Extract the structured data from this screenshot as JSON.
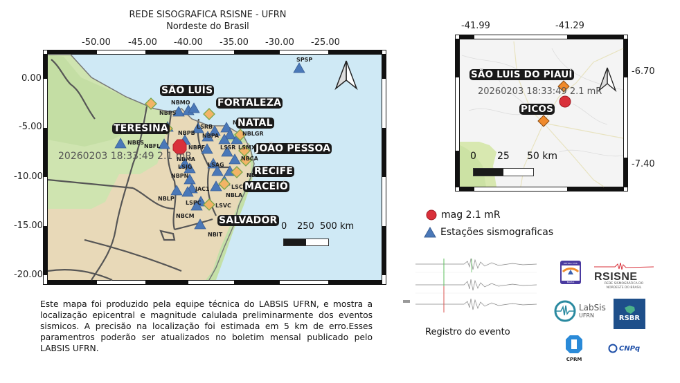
{
  "header": {
    "title": "REDE SISOGRAFICA RSISNE - UFRN",
    "subtitle": "Nordeste do Brasil"
  },
  "main_map": {
    "x_ticks": [
      "-50.00",
      "-45.00",
      "-40.00",
      "-35.00",
      "-30.00",
      "-25.00"
    ],
    "y_ticks": [
      "0.00",
      "-5.00",
      "-10.00",
      "-15.00",
      "-20.00"
    ],
    "cities": [
      "SÃO LUÍS",
      "FORTALEZA",
      "NATAL",
      "TERESINA",
      "JOÃO PESSOA",
      "RECIFE",
      "MACEIÓ",
      "SALVADOR"
    ],
    "stations": [
      "SPSP",
      "NBMO",
      "NBPS",
      "NBPB",
      "LSRB",
      "NBPA",
      "NBCB",
      "NBLGR",
      "NBES",
      "NBFL",
      "NBPF",
      "LSSR",
      "LSMX",
      "NBMA",
      "NBCA",
      "LSJG",
      "LSAG",
      "NBAN",
      "NBPN",
      "JAC1",
      "LSCN",
      "NBLA",
      "NBLP",
      "LSPC",
      "LSVC",
      "NBCM",
      "NBIT"
    ],
    "event_label": "20260203 18:33:49 2.1 mR",
    "scale": {
      "labels": [
        "0",
        "250",
        "500 km"
      ]
    },
    "colors": {
      "sea": "#cfe9f5",
      "land": "#e9dcc0",
      "station": "#4a78b8",
      "city_marker": "#f2b466",
      "event": "#d9303a"
    }
  },
  "inset_map": {
    "x_ticks": [
      "-41.99",
      "-41.29"
    ],
    "y_ticks": [
      "-6.70",
      "-7.40"
    ],
    "cities": [
      "SÃO LUIS DO PIAUÍ",
      "PICOS"
    ],
    "event_label": "20260203 18:33:49 2.1 mR",
    "scale": {
      "labels": [
        "0",
        "25",
        "50 km"
      ]
    }
  },
  "legend": {
    "items": [
      {
        "label": "mag 2.1 mR",
        "icon": "red-circle"
      },
      {
        "label": "Estações sismograficas",
        "icon": "blue-triangle"
      }
    ]
  },
  "seismogram": {
    "caption": "Registro do evento"
  },
  "description": "Este mapa foi produzido pela equipe técnica do LABSIS UFRN, e mostra a localização epicentral e magnitude calulada preliminarmente dos eventos sismicos. A precisão na localização foi estimada em 5 km de erro.Esses paramentros poderão ser atualizados no boletim mensal publicado pelo LABSIS UFRN.",
  "logos": {
    "defesa_civil": {
      "top": "DEFESA CIVIL",
      "bottom": "BRASIL"
    },
    "rsisne": {
      "name": "RSISNE",
      "sub1": "REDE SISMOGRÁFICA DO",
      "sub2": "NORDESTE DO BRASIL"
    },
    "labsis": {
      "name": "LabSis",
      "sub": "UFRN"
    },
    "rsbr": {
      "name": "RSBR"
    },
    "cprm": {
      "name": "CPRM"
    },
    "cnpq": {
      "name": "CNPq"
    }
  }
}
